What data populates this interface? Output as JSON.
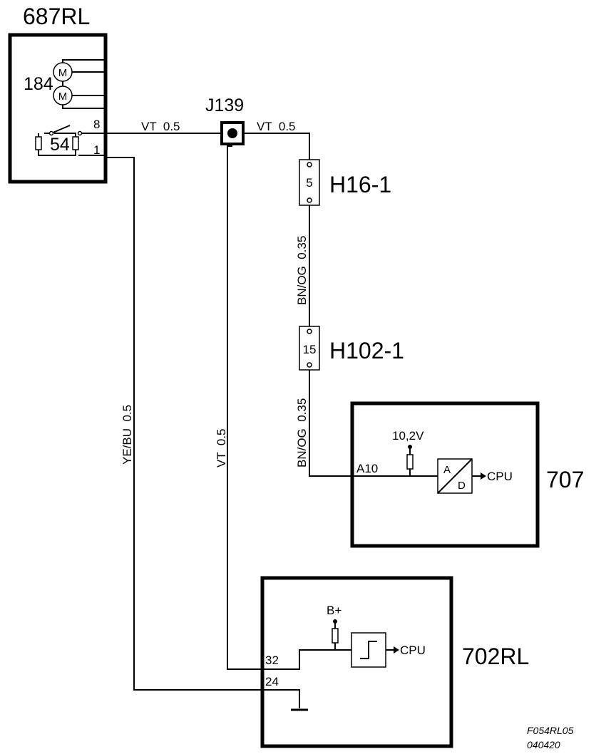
{
  "components": {
    "c687": {
      "id": "687RL",
      "motor": "M",
      "motor_ref": "184",
      "switch_ref": "54",
      "pin_top": "8",
      "pin_bottom": "1"
    },
    "j139": {
      "id": "J139"
    },
    "h16": {
      "id": "H16-1",
      "pin": "5"
    },
    "h102": {
      "id": "H102-1",
      "pin": "15"
    },
    "c707": {
      "id": "707",
      "pin": "A10",
      "voltage": "10,2V",
      "adc_a": "A",
      "adc_d": "D",
      "output": "CPU"
    },
    "c702": {
      "id": "702RL",
      "pin_top": "32",
      "pin_bottom": "24",
      "supply": "B+",
      "output": "CPU"
    }
  },
  "wires": {
    "w1": "VT  0.5",
    "w2": "VT  0.5",
    "w3": "BN/OG  0.35",
    "w4": "BN/OG  0.35",
    "w5": "YE/BU  0.5",
    "w6": "VT  0.5"
  },
  "footer": {
    "code": "F054RL05",
    "date": "040420"
  }
}
